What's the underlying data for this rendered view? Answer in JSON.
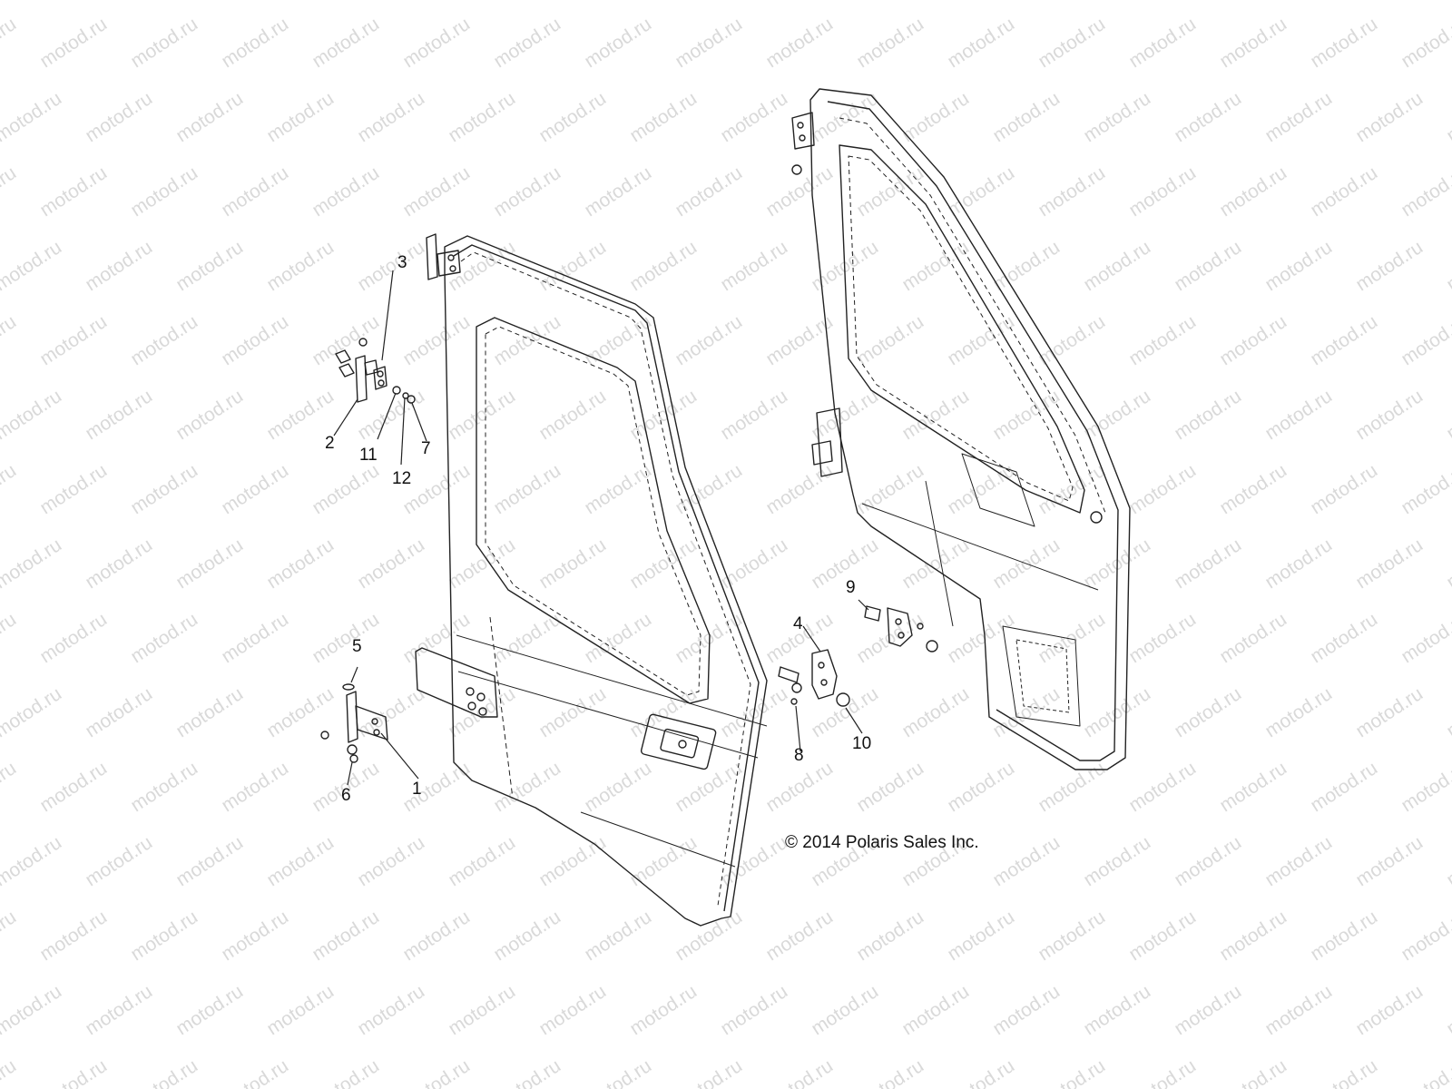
{
  "diagram": {
    "watermark_text": "motod.ru",
    "copyright": "© 2014 Polaris Sales Inc.",
    "callouts": [
      {
        "id": "c1",
        "label": "1"
      },
      {
        "id": "c2",
        "label": "2"
      },
      {
        "id": "c3",
        "label": "3"
      },
      {
        "id": "c4",
        "label": "4"
      },
      {
        "id": "c5",
        "label": "5"
      },
      {
        "id": "c6",
        "label": "6"
      },
      {
        "id": "c7",
        "label": "7"
      },
      {
        "id": "c8",
        "label": "8"
      },
      {
        "id": "c9",
        "label": "9"
      },
      {
        "id": "c10",
        "label": "10"
      },
      {
        "id": "c11",
        "label": "11"
      },
      {
        "id": "c12",
        "label": "12"
      }
    ]
  }
}
